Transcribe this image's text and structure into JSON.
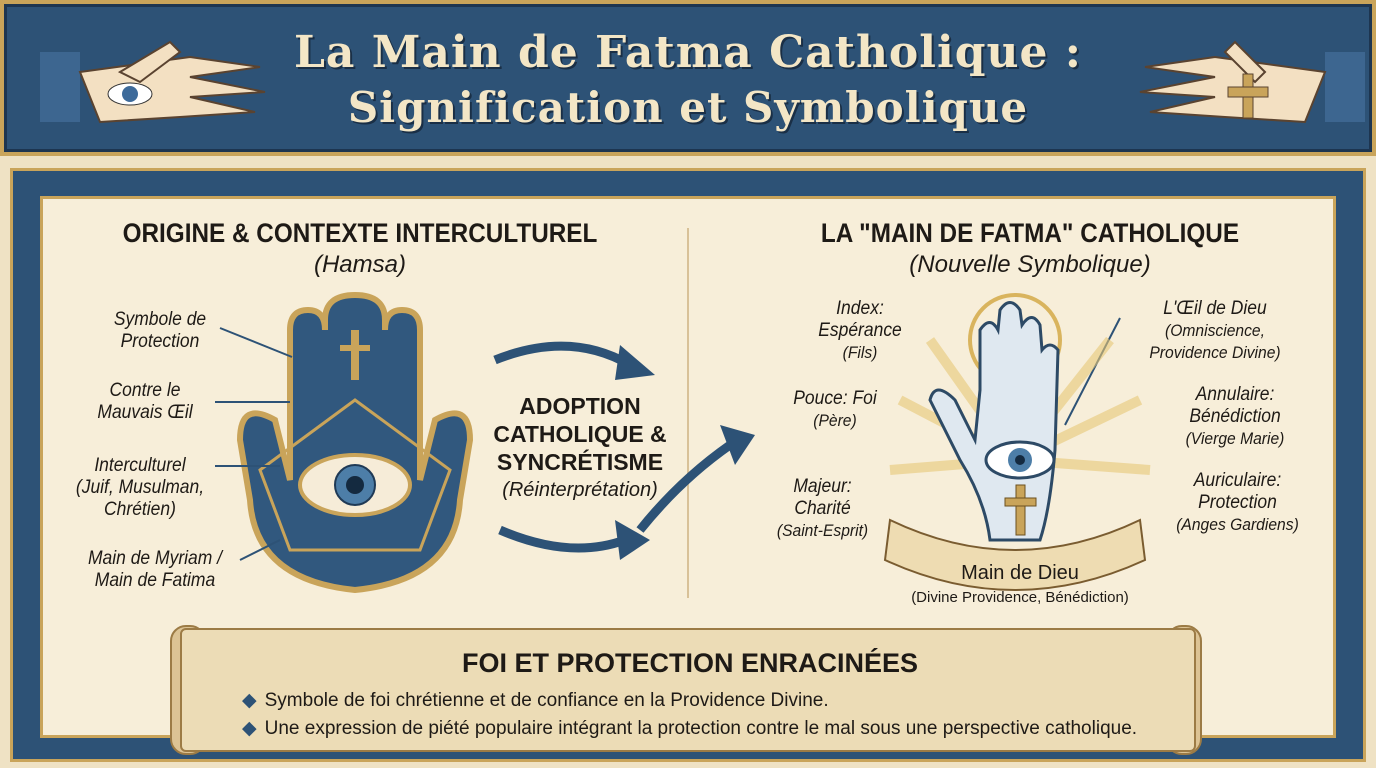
{
  "header": {
    "title_line1": "La Main de Fatma Catholique :",
    "title_line2": "Signification et Symbolique"
  },
  "left": {
    "heading": "ORIGINE & CONTEXTE INTERCULTUREL",
    "subheading": "(Hamsa)",
    "labels": [
      {
        "line1": "Symbole de",
        "line2": "Protection",
        "line3": ""
      },
      {
        "line1": "Contre le",
        "line2": "Mauvais Œil",
        "line3": ""
      },
      {
        "line1": "Interculturel",
        "line2": "(Juif, Musulman,",
        "line3": "Chrétien)"
      },
      {
        "line1": "Main de Myriam /",
        "line2": "Main de Fatima",
        "line3": ""
      }
    ]
  },
  "middle": {
    "line1": "ADOPTION",
    "line2": "CATHOLIQUE &",
    "line3": "SYNCRÉTISME",
    "line4": "(Réinterprétation)"
  },
  "right": {
    "heading": "LA \"MAIN DE FATMA\" CATHOLIQUE",
    "subheading": "(Nouvelle Symbolique)",
    "labels_left": [
      {
        "line1": "Index:",
        "line2": "Espérance",
        "line3": "(Fils)"
      },
      {
        "line1": "Pouce: Foi",
        "line2": "(Père)",
        "line3": ""
      },
      {
        "line1": "Majeur:",
        "line2": "Charité",
        "line3": "(Saint-Esprit)"
      }
    ],
    "labels_right": [
      {
        "line1": "L'Œil de Dieu",
        "line2": "(Omniscience,",
        "line3": "Providence Divine)"
      },
      {
        "line1": "Annulaire:",
        "line2": "Bénédiction",
        "line3": "(Vierge Marie)"
      },
      {
        "line1": "Auriculaire:",
        "line2": "Protection",
        "line3": "(Anges Gardiens)"
      }
    ],
    "banner_title": "Main de Dieu",
    "banner_subtitle": "(Divine Providence, Bénédiction)"
  },
  "scroll": {
    "title": "FOI ET PROTECTION ENRACINÉES",
    "bullet_icon": "◆",
    "bullets": [
      "Symbole de foi chrétienne et de confiance en la Providence Divine.",
      "Une expression de piété populaire intégrant la protection contre le mal sous une perspective catholique."
    ]
  },
  "colors": {
    "navy": "#2d5276",
    "gold": "#c9a45a",
    "parchment": "#f7eed9"
  }
}
